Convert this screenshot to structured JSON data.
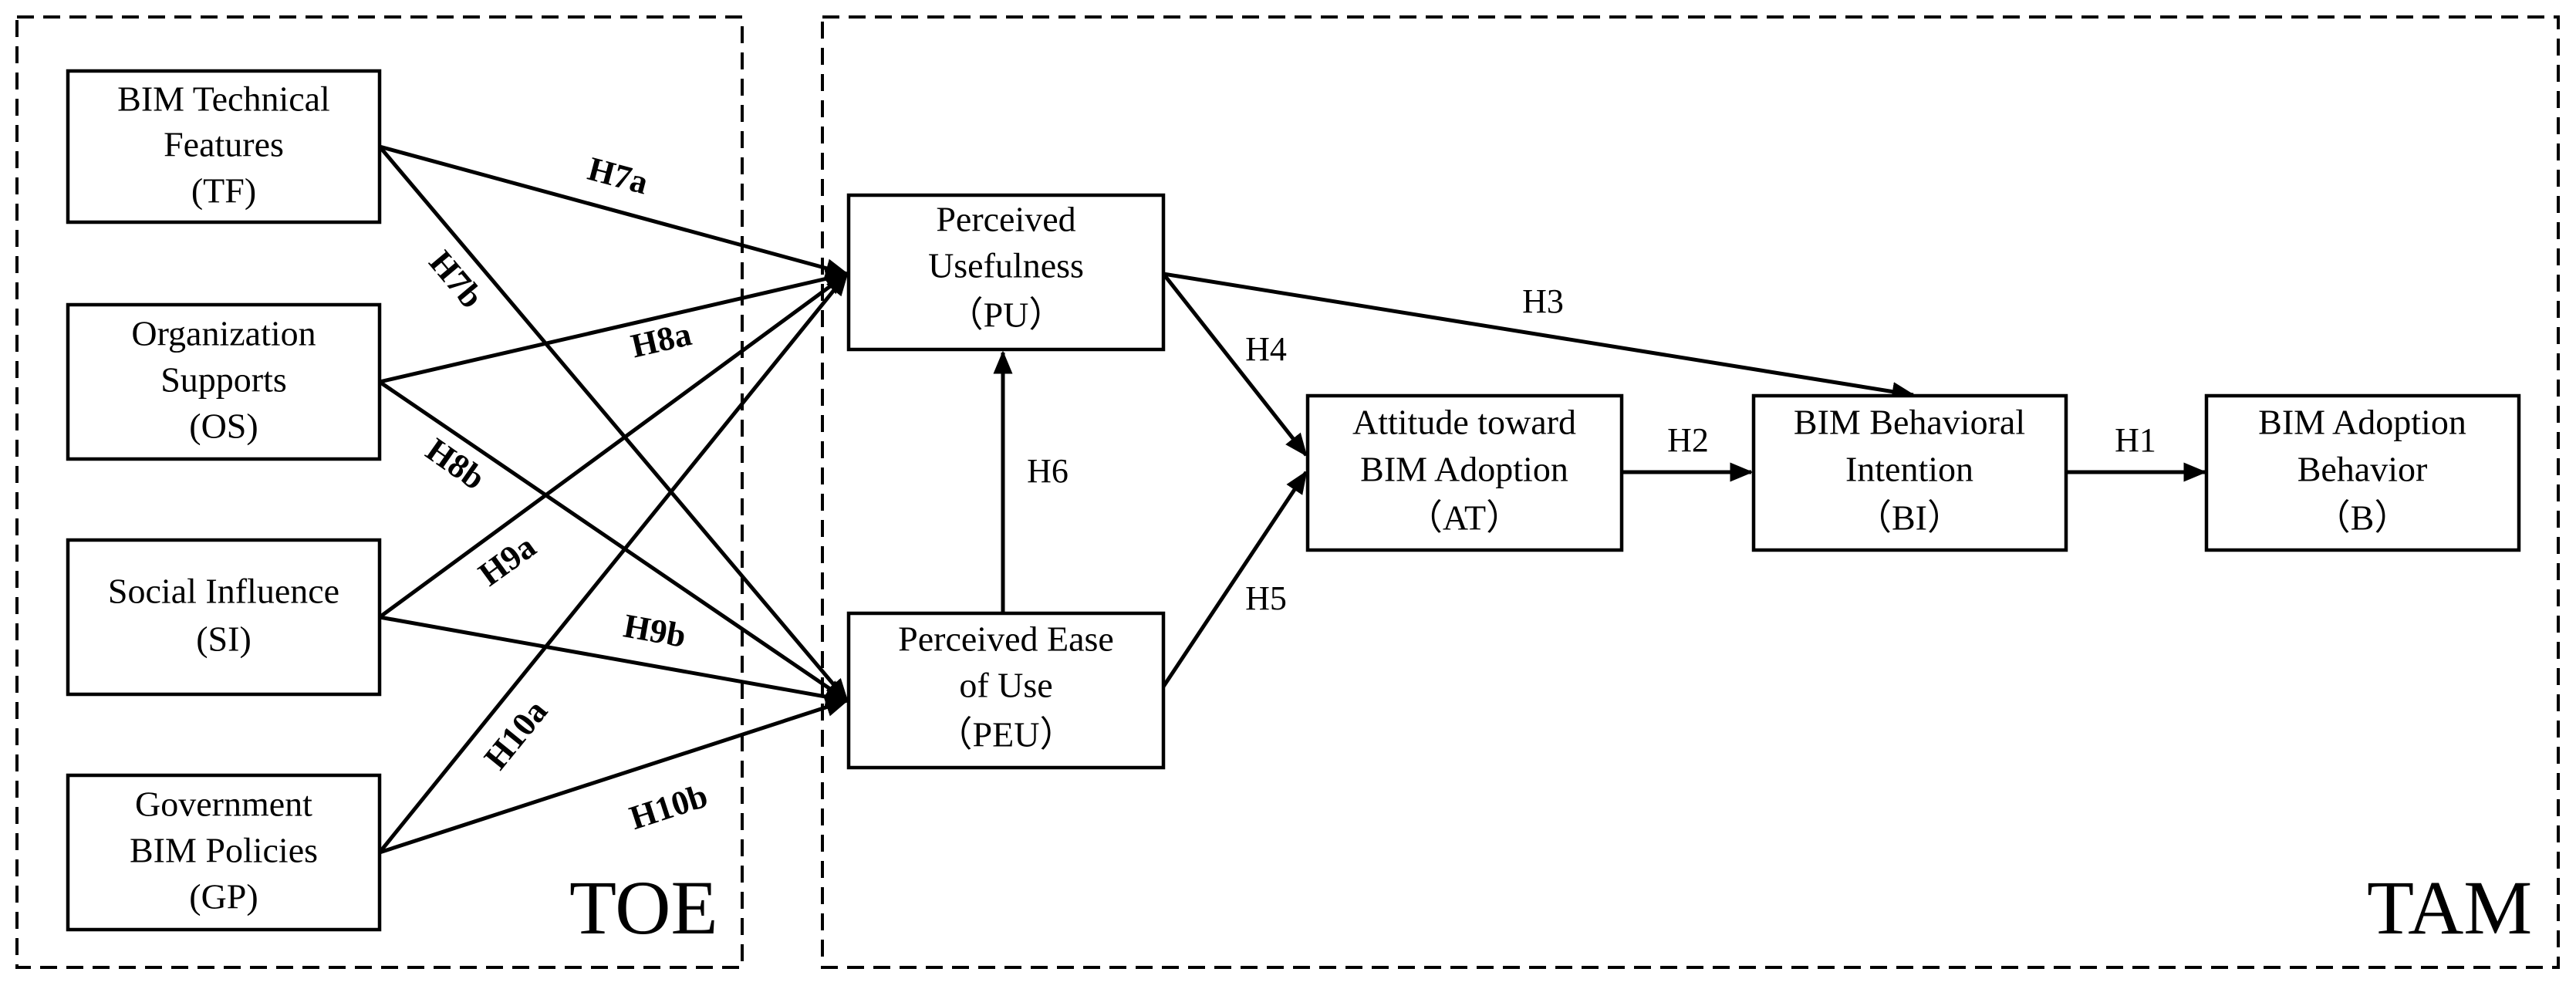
{
  "frames": {
    "toe": "TOE",
    "tam": "TAM"
  },
  "nodes": {
    "tf": [
      "BIM Technical",
      "Features",
      "(TF)"
    ],
    "os": [
      "Organization",
      "Supports",
      "(OS)"
    ],
    "si": [
      "Social Influence",
      "(SI)"
    ],
    "gp": [
      "Government",
      "BIM Policies",
      "(GP)"
    ],
    "pu": [
      "Perceived",
      "Usefulness",
      "（PU）"
    ],
    "peu": [
      "Perceived Ease",
      "of Use",
      "（PEU）"
    ],
    "at": [
      "Attitude  toward",
      "BIM Adoption",
      "（AT）"
    ],
    "bi": [
      "BIM  Behavioral",
      "Intention",
      "（BI）"
    ],
    "b": [
      "BIM Adoption",
      "Behavior",
      "（B）"
    ]
  },
  "hypotheses": {
    "h1": "H1",
    "h2": "H2",
    "h3": "H3",
    "h4": "H4",
    "h5": "H5",
    "h6": "H6",
    "h7a": "H7a",
    "h7b": "H7b",
    "h8a": "H8a",
    "h8b": "H8b",
    "h9a": "H9a",
    "h9b": "H9b",
    "h10a": "H10a",
    "h10b": "H10b"
  }
}
